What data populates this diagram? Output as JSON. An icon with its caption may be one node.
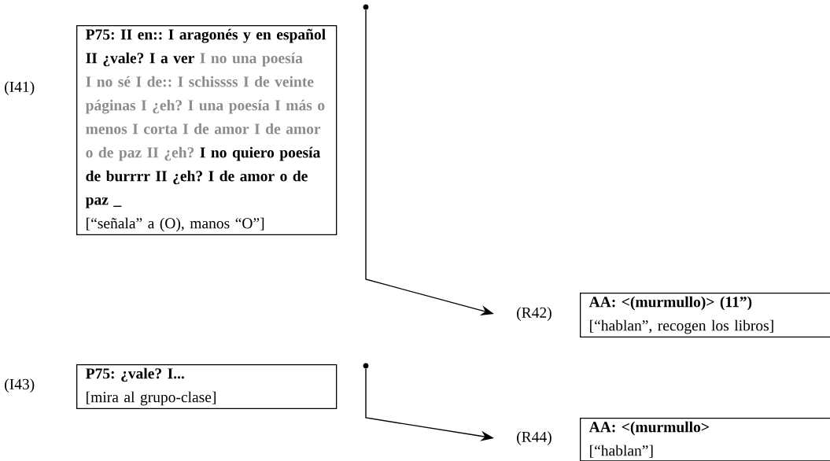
{
  "diagram": {
    "nodes": [
      {
        "text": [
          "P75: II en:: I aragonés y en español II ¿vale? I a ver",
          "I no una poesía I no sé I de:: I schissss I de veinte páginas I ¿eh? I una poesía I más o menos I corta I de amor I de amor o de paz II ¿eh?",
          "I no quiero poesía de burrrr II ¿eh? I de amor o de paz _",
          "[“señala” a (O), manos “O”]"
        ],
        "beside": [
          "(I41)"
        ]
      },
      {
        "text": [
          "AA: <(murmullo)> (11”)",
          "[“hablan”, recogen los libros]"
        ],
        "beside": [
          "(R42)"
        ]
      },
      {
        "text": [
          "P75: ¿vale? I...",
          "[mira al grupo-clase]"
        ],
        "beside": [
          "(I43)"
        ]
      },
      {
        "text": [
          "AA: <(murmullo>",
          "[“hablan”]"
        ],
        "beside": [
          "(R44)"
        ]
      },
      {
        "text": [],
        "shape": "circle"
      },
      {
        "text": [],
        "shape": "circle"
      }
    ],
    "edges": [
      {
        "from": 4,
        "to": 1,
        "arrow": "to"
      },
      {
        "from": 5,
        "to": 3,
        "arrow": "to"
      }
    ]
  }
}
